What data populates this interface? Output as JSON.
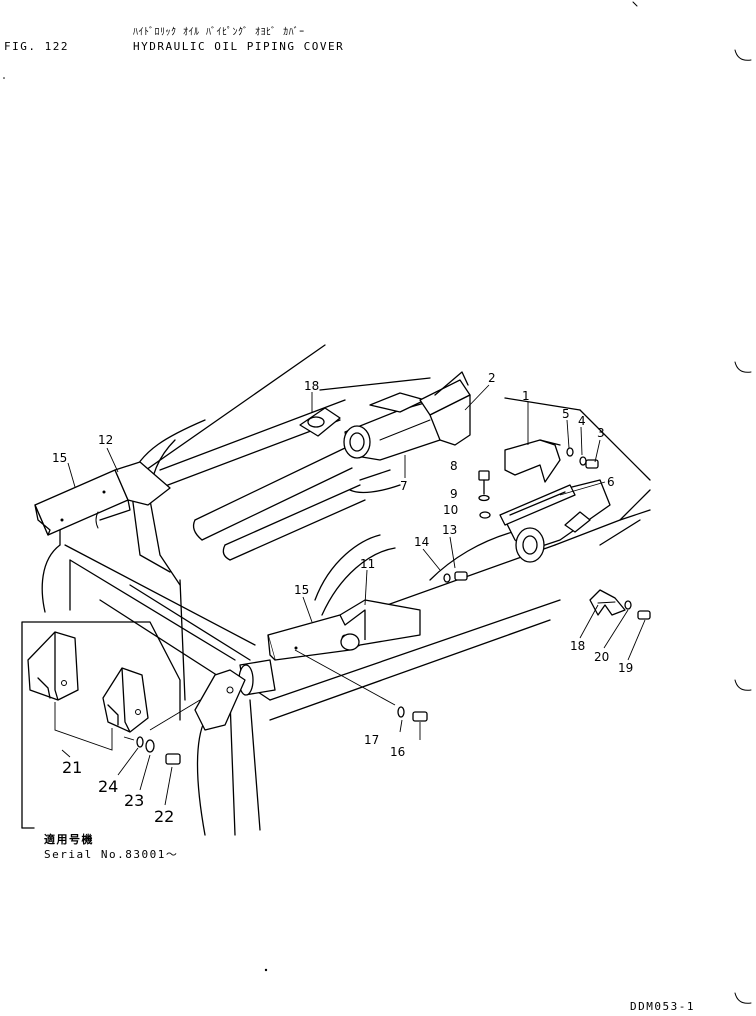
{
  "header": {
    "fig_label": "FIG. 122",
    "title_jp": "ﾊｲﾄﾞﾛﾘｯｸ ｵｲﾙ ﾊﾞｲﾋﾟﾝｸﾞ ｵﾖﾋﾞ ｶﾊﾞｰ",
    "title_en": "HYDRAULIC OIL PIPING COVER"
  },
  "inset": {
    "serial_label_jp": "適用号機",
    "serial_label_en": "Serial No.83001～"
  },
  "footer": {
    "drawing_code": "DDM053-1"
  },
  "callouts": [
    "1",
    "2",
    "3",
    "4",
    "5",
    "6",
    "7",
    "8",
    "9",
    "10",
    "11",
    "12",
    "13",
    "14",
    "15",
    "15",
    "16",
    "17",
    "18",
    "18",
    "19",
    "20",
    "21",
    "22",
    "23",
    "24"
  ]
}
